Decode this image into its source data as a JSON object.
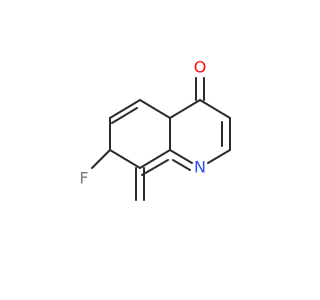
{
  "molecule": {
    "atoms": {
      "oxygen": {
        "label": "O",
        "color": "#ff0d0d"
      },
      "nitrogen": {
        "label": "N",
        "color": "#3050f8"
      },
      "fluorine": {
        "label": "F",
        "color": "#7a7a7a"
      }
    },
    "bond_color": "#2b2b2b"
  }
}
